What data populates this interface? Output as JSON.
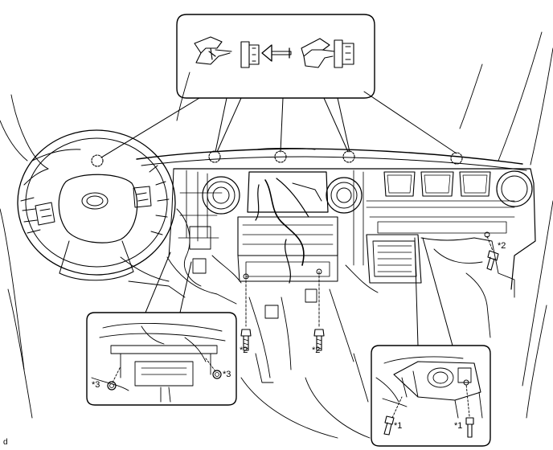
{
  "figure": {
    "callouts": {
      "star2_right": "*2",
      "star2_center_left": "*2",
      "star2_center_right": "*2",
      "star3_left": "*3",
      "star3_right": "*3",
      "star1_left": "*1",
      "star1_right": "*1"
    },
    "illustration_id": "d"
  },
  "icons": {
    "clip_before": "clip-icon",
    "clip_after": "clip-icon",
    "direction_arrow": "arrow-left-icon"
  }
}
